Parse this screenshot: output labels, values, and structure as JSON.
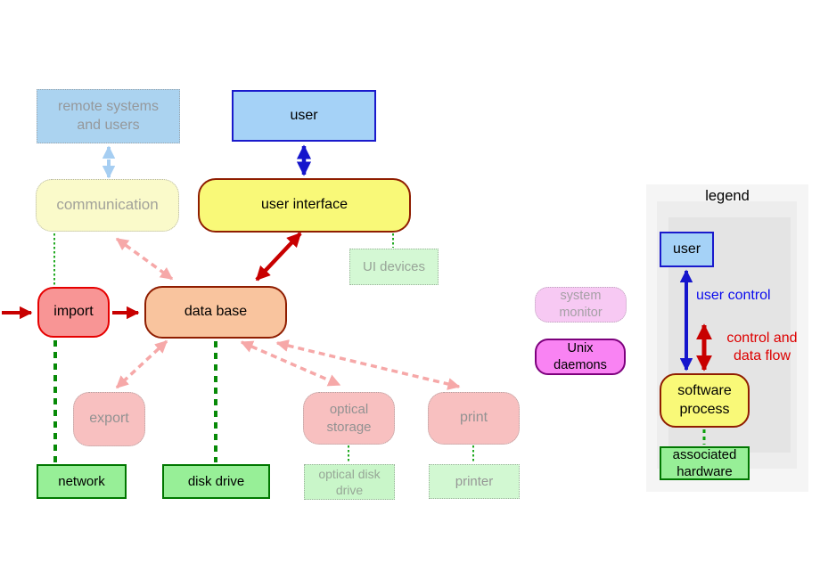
{
  "diagram": {
    "nodes": {
      "remote_systems": {
        "label": "remote systems\nand users"
      },
      "user": {
        "label": "user"
      },
      "communication": {
        "label": "communication"
      },
      "user_interface": {
        "label": "user interface"
      },
      "ui_devices": {
        "label": "UI devices"
      },
      "import": {
        "label": "import"
      },
      "data_base": {
        "label": "data base"
      },
      "system_monitor": {
        "label": "system\nmonitor"
      },
      "unix_daemons": {
        "label": "Unix\ndaemons"
      },
      "export": {
        "label": "export"
      },
      "optical_storage": {
        "label": "optical\nstorage"
      },
      "print": {
        "label": "print"
      },
      "network": {
        "label": "network"
      },
      "disk_drive": {
        "label": "disk drive"
      },
      "optical_disk_drive": {
        "label": "optical disk\ndrive"
      },
      "printer": {
        "label": "printer"
      }
    },
    "colors": {
      "control_data_flow_red": "#c80000",
      "user_control_blue": "#1515cc",
      "faded_user_control_blue": "#a6cef2",
      "faded_flow_pink": "#f6a8a8",
      "hardware_link_green": "#078a07",
      "active_process_yellow": "#f9f978",
      "database_peach": "#f9c49e",
      "import_pink": "#f89595",
      "user_blue": "#a5d2f7",
      "hardware_green": "#97ef97",
      "daemon_magenta": "#f983f3"
    }
  },
  "legend": {
    "title": "legend",
    "user_label": "user",
    "user_control_label": "user control",
    "control_data_flow_label": "control and\ndata flow",
    "software_process_label": "software\nprocess",
    "associated_hardware_label": "associated\nhardware"
  }
}
